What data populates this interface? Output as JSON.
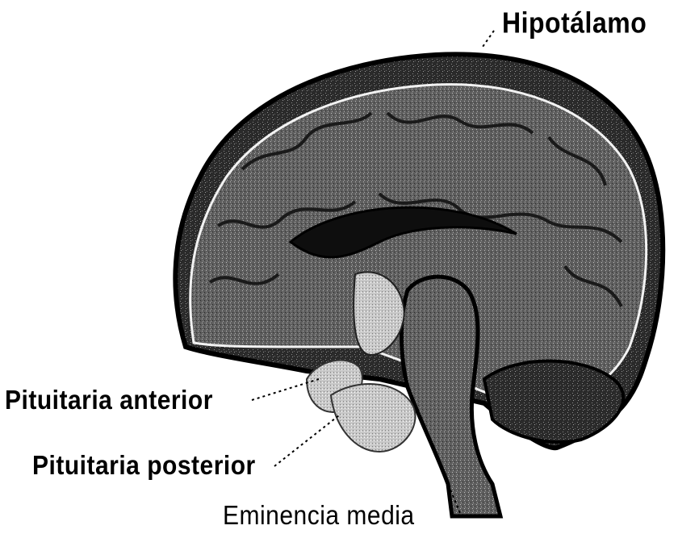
{
  "labels": {
    "hypothalamus": "Hipotálamo",
    "pituitary_anterior": "Pituitaria anterior",
    "pituitary_posterior": "Pituitaria posterior",
    "median_eminence": "Eminencia media"
  },
  "colors": {
    "outline": "#000000",
    "dark_tissue": "#1e1e1e",
    "mid_tissue": "#6a6a6a",
    "light_tissue": "#bdbdbd",
    "background": "#ffffff"
  }
}
